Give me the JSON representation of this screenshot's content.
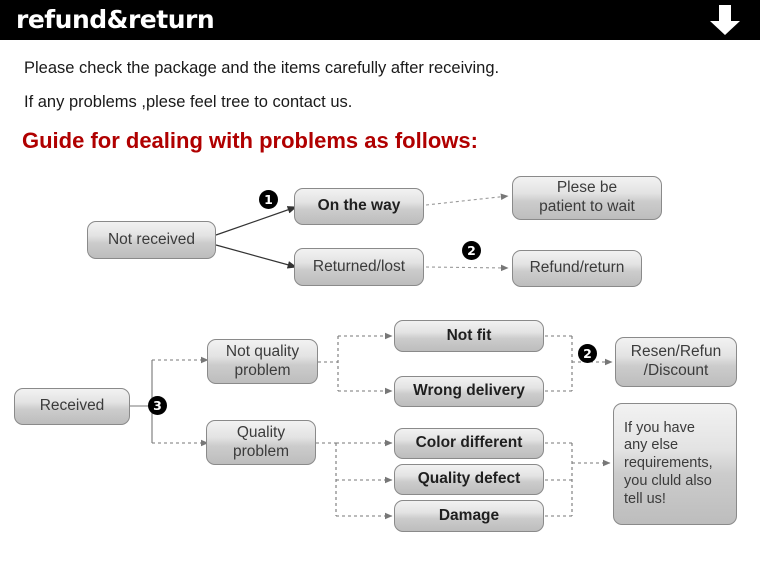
{
  "header": {
    "title": "refund&return",
    "arrow_icon": "down-arrow-icon"
  },
  "intro": {
    "line1": "Please check the package and the items carefully after receiving.",
    "line2": "If any problems ,plese feel tree to contact us.",
    "guide_title": "Guide for dealing with problems as follows:"
  },
  "diagram": {
    "markers": {
      "one": "1",
      "two": "2",
      "three": "3",
      "two_b": "2"
    },
    "nodes": {
      "not_received": "Not received",
      "on_the_way": "On the way",
      "returned_lost": "Returned/lost",
      "please_be_patient": "Plese be\npatient to wait",
      "refund_return": "Refund/return",
      "received": "Received",
      "not_quality_problem": "Not quality\nproblem",
      "quality_problem": "Quality\nproblem",
      "not_fit": "Not fit",
      "wrong_delivery": "Wrong delivery",
      "color_different": "Color different",
      "quality_defect": "Quality defect",
      "damage": "Damage",
      "resend_refund_discount": "Resen/Refun\n/Discount",
      "else_requirements": "If you have\nany else\nrequirements,\nyou cluld also\ntell us!"
    }
  },
  "colors": {
    "header_bg": "#000000",
    "header_text": "#ffffff",
    "guide_title": "#b00000",
    "box_border": "#8a8a8a",
    "box_text": "#3b3b3b",
    "body_text": "#1a1a1a"
  }
}
